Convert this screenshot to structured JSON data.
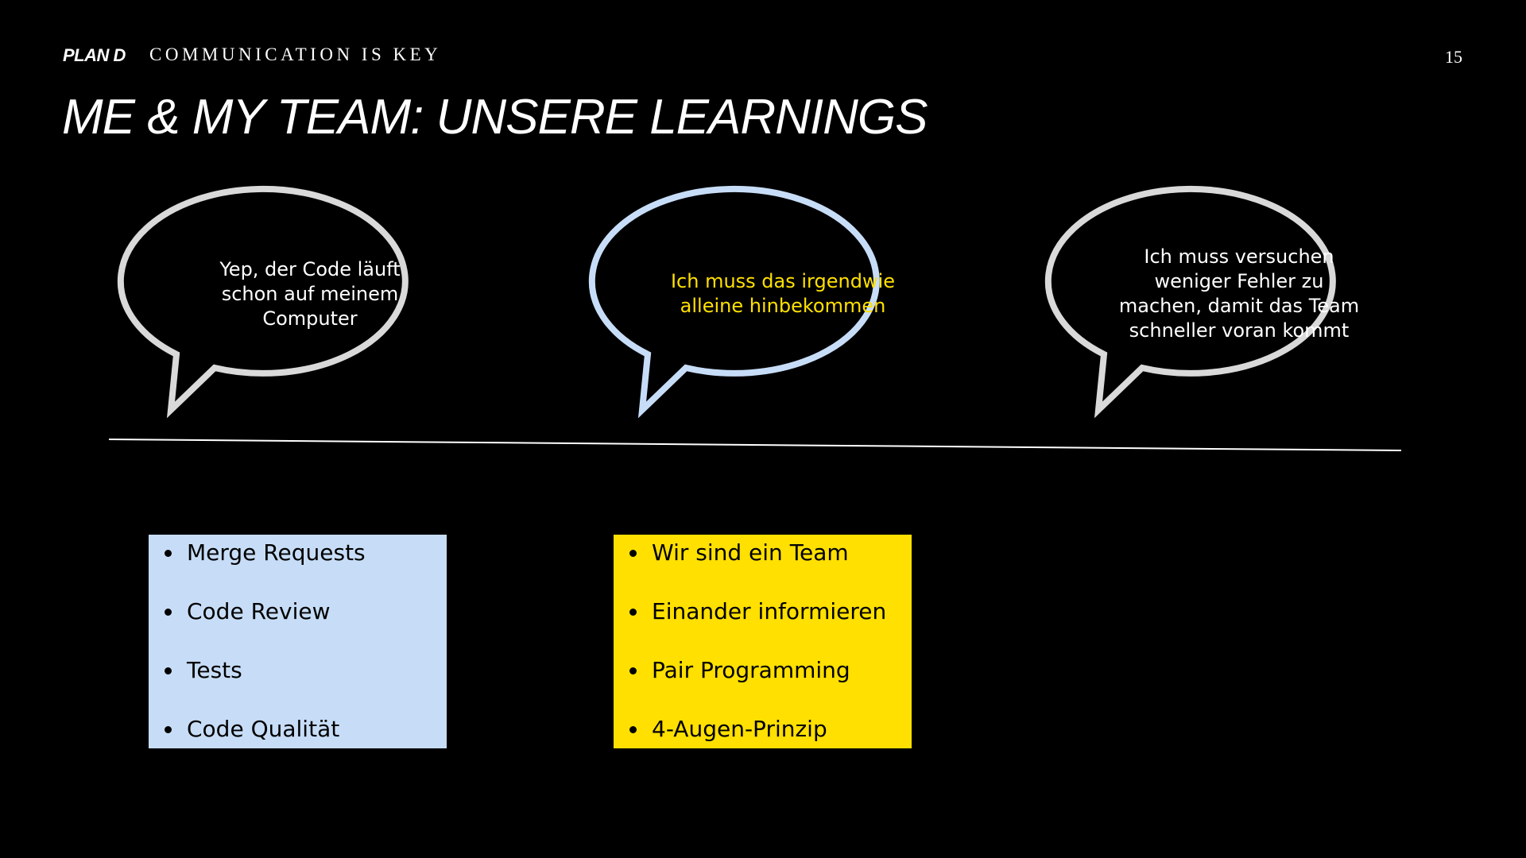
{
  "header": {
    "brand": "PLAN D",
    "section": "COMMUNICATION IS KEY",
    "page_number": "15"
  },
  "slide": {
    "title": "ME & MY TEAM: UNSERE LEARNINGS"
  },
  "bubbles": [
    {
      "text": "Yep, der Code läuft schon auf meinem Computer",
      "outline_color": "#d9d9d9",
      "text_color": "#ffffff"
    },
    {
      "text": "Ich muss das irgendwie alleine hinbekommen",
      "outline_color": "#c7ddf7",
      "text_color": "#ffe000"
    },
    {
      "text": "Ich muss versuchen weniger Fehler zu machen, damit das Team schneller voran kommt",
      "outline_color": "#d9d9d9",
      "text_color": "#ffffff"
    }
  ],
  "lists": [
    {
      "bg_color": "#c7ddf7",
      "items": [
        "Merge Requests",
        "Code Review",
        "Tests",
        "Code Qualität"
      ]
    },
    {
      "bg_color": "#ffe000",
      "items": [
        "Wir sind ein Team",
        "Einander informieren",
        "Pair Programming",
        "4-Augen-Prinzip"
      ]
    }
  ]
}
